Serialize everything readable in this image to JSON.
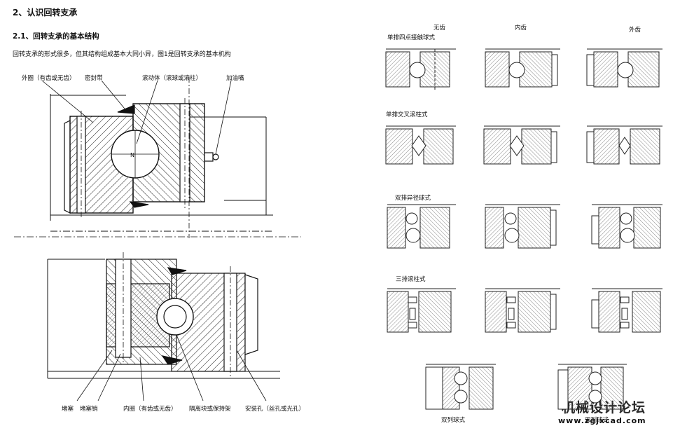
{
  "section_title": "2、认识回转支承",
  "subsection_title": "2.1、回转支承的基本结构",
  "intro_text": "回转支承的形式很多，但其结构组成基本大同小异，图1是回转支承的基本机构",
  "top_labels": {
    "outer_ring": "外圈（有齿或无齿）",
    "seal": "密封带",
    "rolling_element": "滚动体（滚球或滚柱）",
    "grease_nipple": "加油嘴"
  },
  "bottom_labels": {
    "plug": "堵塞",
    "plug_pin": "堵塞销",
    "inner_ring": "内圈（有齿或无齿）",
    "spacer": "隔离块或保持架",
    "mount_hole": "安装孔（丝孔或光孔）"
  },
  "column_headers": [
    "无齿",
    "内齿",
    "外齿"
  ],
  "row_types": [
    "单排四点接触球式",
    "单排交叉滚柱式",
    "双排异径球式",
    "三排滚柱式"
  ],
  "bottom_type": "双列球式",
  "bottom_type_right": "双列球式",
  "watermark": {
    "text_cn": "机械设计论坛",
    "url": "www.zgjxcad.com"
  }
}
